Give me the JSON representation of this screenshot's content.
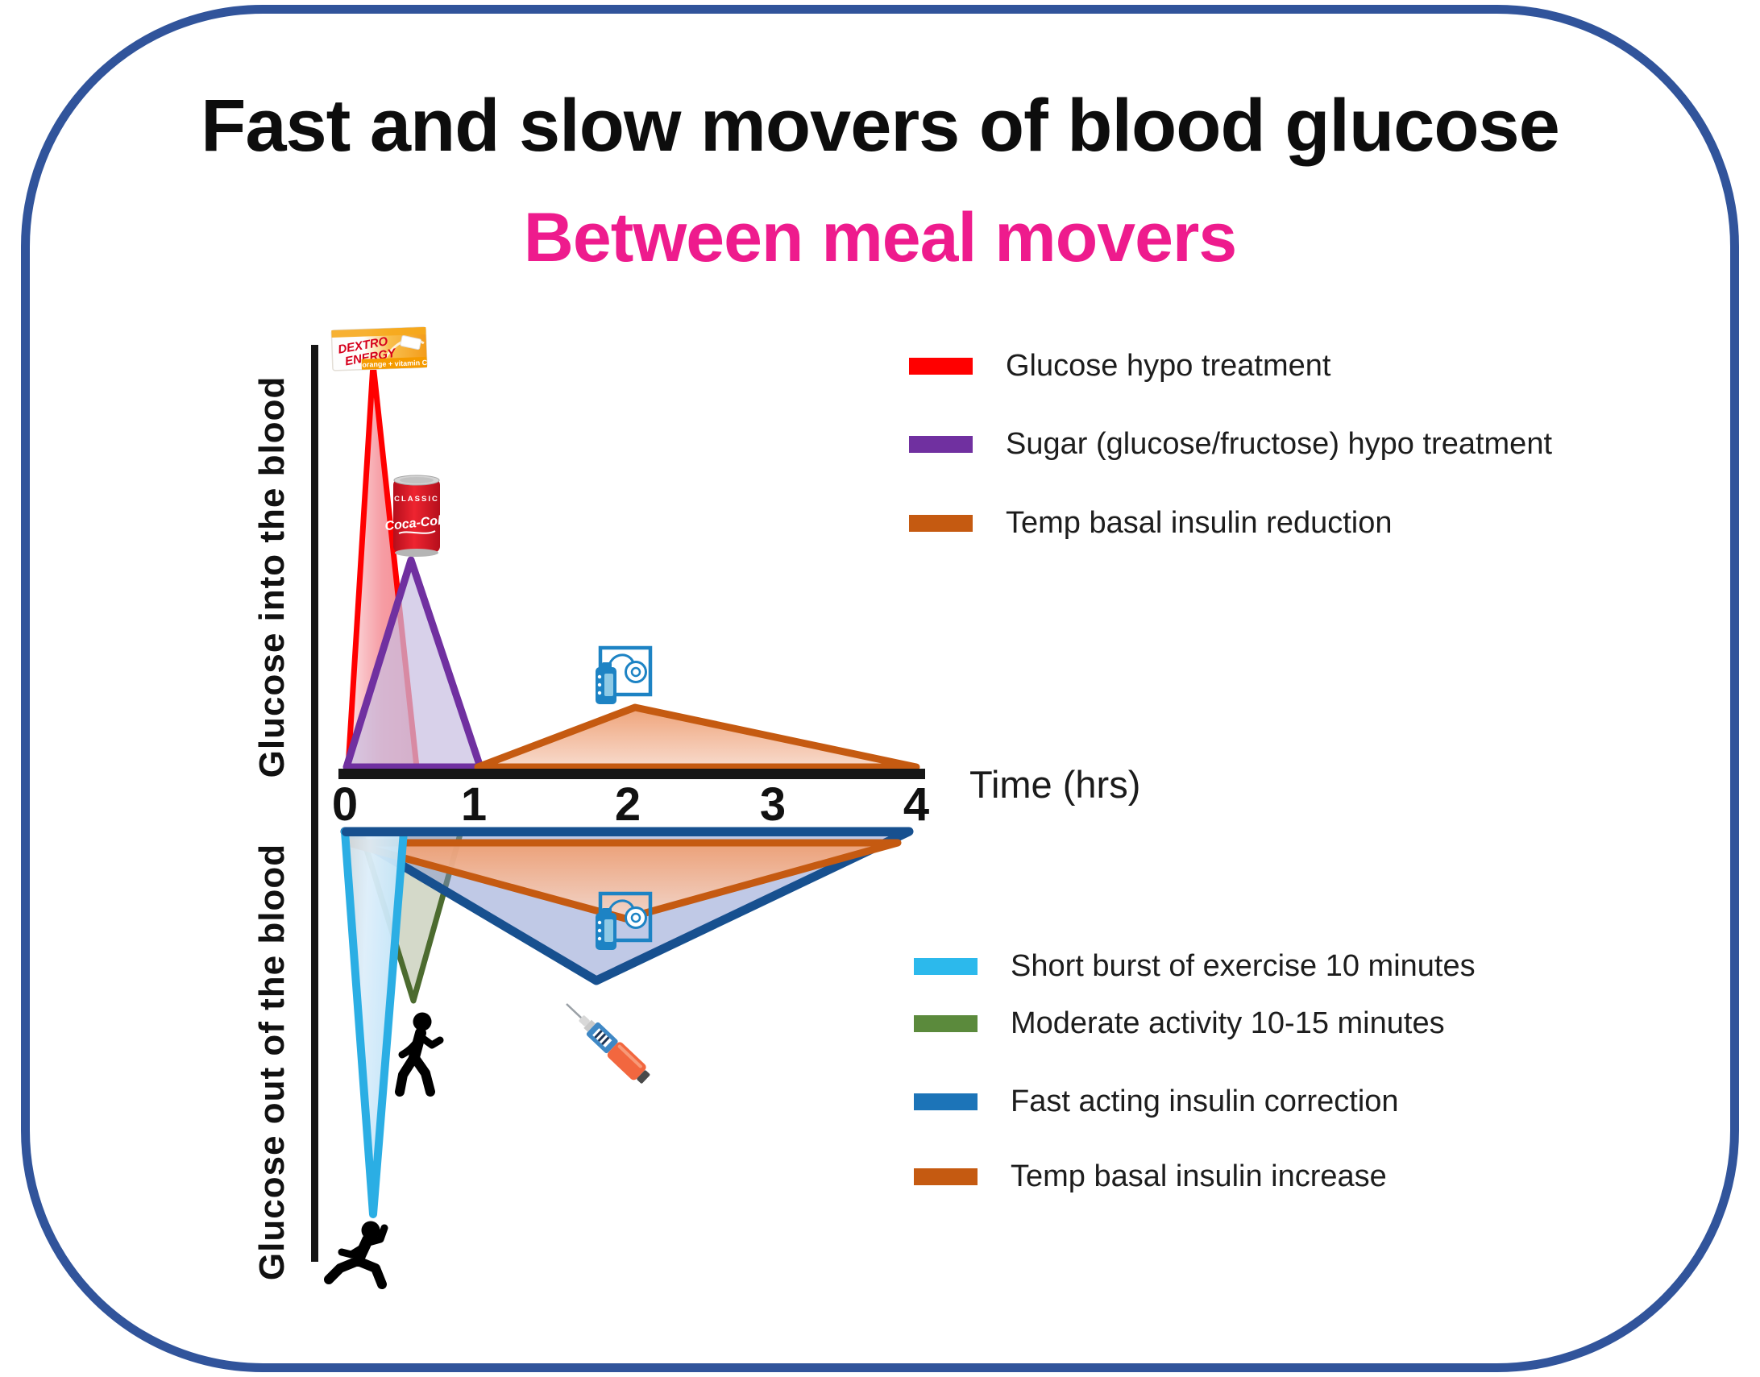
{
  "card": {
    "title": "Fast and slow movers of blood glucose",
    "subtitle": "Between meal movers",
    "border_color": "#31549B",
    "subtitle_color": "#EE1B8D"
  },
  "axis": {
    "x_label": "Time (hrs)",
    "x_tick_labels": [
      "0",
      "1",
      "2",
      "3",
      "4"
    ],
    "y_label_top": "Glucose into the blood",
    "y_label_bottom": "Glucose out of the blood"
  },
  "icons": {
    "dextro_pack": {
      "brand_line1": "DEXTRO",
      "brand_line2": "ENERGY",
      "flavor": "orange + vitamin C"
    },
    "cola_can": {
      "top_label": "CLASSIC",
      "brand": "Coca-Cola"
    },
    "insulin_pump_top": "insulin-pump-icon",
    "insulin_pump_bottom": "insulin-pump-icon",
    "walking_person": "walking-person-icon",
    "running_person": "running-person-icon",
    "insulin_pen": "insulin-pen-icon"
  },
  "chart_data": {
    "type": "area",
    "title": "Fast and slow movers of blood glucose",
    "subtitle": "Between meal movers",
    "xlabel": "Time (hrs)",
    "x_ticks": [
      0,
      1,
      2,
      3,
      4
    ],
    "xlim": [
      0,
      4
    ],
    "ylabel_top": "Glucose into the blood",
    "ylabel_bottom": "Glucose out of the blood",
    "grid": false,
    "legend_position": "right",
    "peak_units": "relative amplitude (red glucose spike = 1.0)",
    "series": [
      {
        "name": "Glucose hypo treatment",
        "direction": "into-blood",
        "color": "#FF0000",
        "start_hr": 0.02,
        "peak_hr": 0.2,
        "end_hr": 0.5,
        "peak": 1.0
      },
      {
        "name": "Sugar (glucose/fructose) hypo treatment",
        "direction": "into-blood",
        "color": "#7030A0",
        "start_hr": 0.01,
        "peak_hr": 0.46,
        "end_hr": 0.95,
        "peak": 0.515
      },
      {
        "name": "Temp basal  insulin reduction",
        "direction": "into-blood",
        "color": "#C55A11",
        "start_hr": 0.93,
        "peak_hr": 2.03,
        "end_hr": 4.0,
        "peak": 0.148
      },
      {
        "name": "Short burst of exercise 10 minutes",
        "direction": "out-of-blood",
        "color": "#2CB9EC",
        "start_hr": 0.0,
        "peak_hr": 0.2,
        "end_hr": 0.41,
        "peak": 0.95
      },
      {
        "name": "Moderate activity 10-15 minutes",
        "direction": "out-of-blood",
        "color": "#5B8A3C",
        "start_hr": 0.11,
        "peak_hr": 0.48,
        "end_hr": 0.81,
        "peak": 0.42
      },
      {
        "name": "Fast acting insulin correction",
        "direction": "out-of-blood",
        "color": "#1C74B8",
        "start_hr": 0.0,
        "peak_hr": 1.76,
        "end_hr": 3.95,
        "peak": 0.37
      },
      {
        "name": "Temp basal insulin increase",
        "direction": "out-of-blood",
        "color": "#C55A11",
        "start_hr": 0.02,
        "peak_hr": 1.96,
        "end_hr": 3.87,
        "peak": 0.187
      }
    ]
  }
}
